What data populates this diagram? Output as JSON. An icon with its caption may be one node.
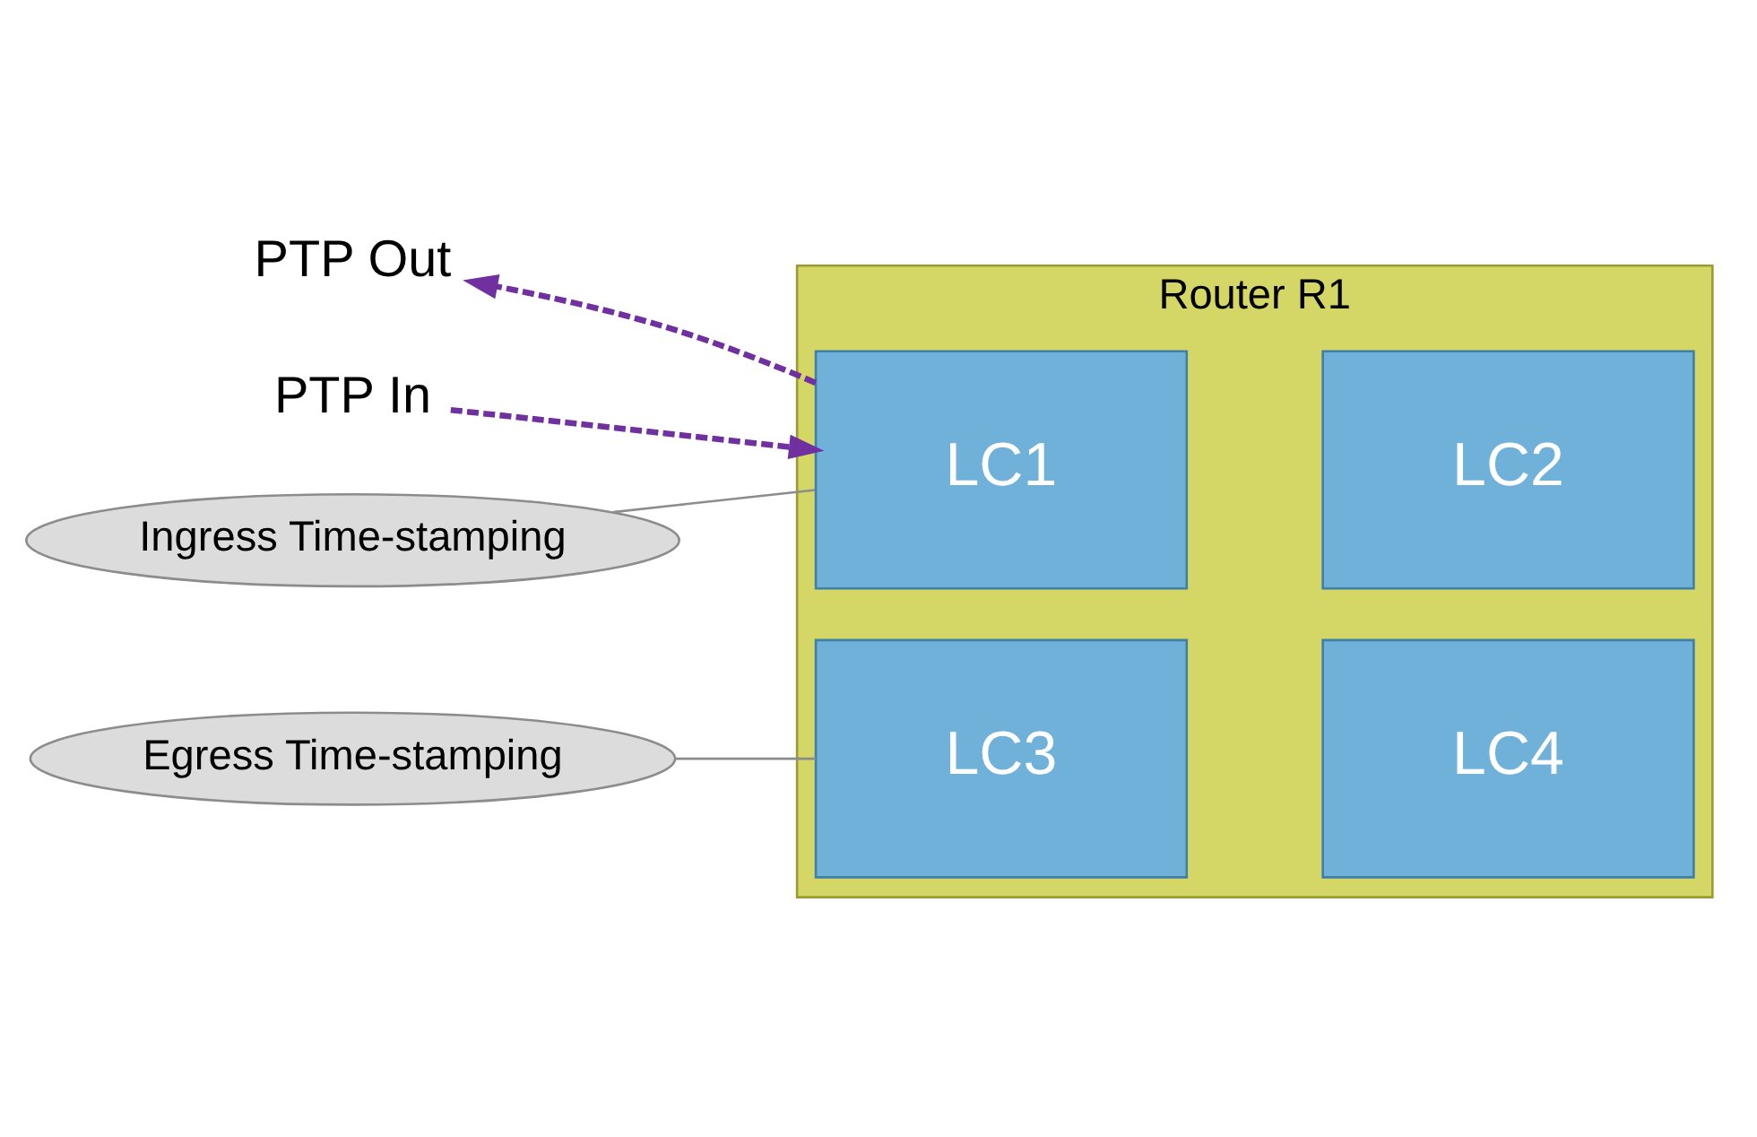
{
  "diagram": {
    "nodes": [
      {
        "text": [
          "Router R1"
        ]
      },
      {
        "text": [
          "LC1"
        ],
        "in": 0
      },
      {
        "text": [
          "LC2"
        ],
        "in": 0
      },
      {
        "text": [
          "LC3"
        ],
        "in": 0
      },
      {
        "text": [
          "LC4"
        ],
        "in": 0
      },
      {
        "text": [
          "PTP In"
        ]
      },
      {
        "text": [
          "PTP Out"
        ]
      },
      {
        "text": [
          "Ingress Time-stamping"
        ]
      },
      {
        "text": [
          "Egress Time-stamping"
        ]
      }
    ],
    "edges": [
      {
        "from": 5,
        "to": 1,
        "arrow": "to",
        "style": "dashed",
        "color": "#7030a0"
      },
      {
        "from": 1,
        "to": 6,
        "arrow": "to",
        "style": "dashed",
        "color": "#7030a0"
      },
      {
        "from": 7,
        "to": 1,
        "arrow": "none",
        "color": "#8c8c8c"
      },
      {
        "from": 8,
        "to": 3,
        "arrow": "none",
        "color": "#8c8c8c"
      }
    ]
  }
}
